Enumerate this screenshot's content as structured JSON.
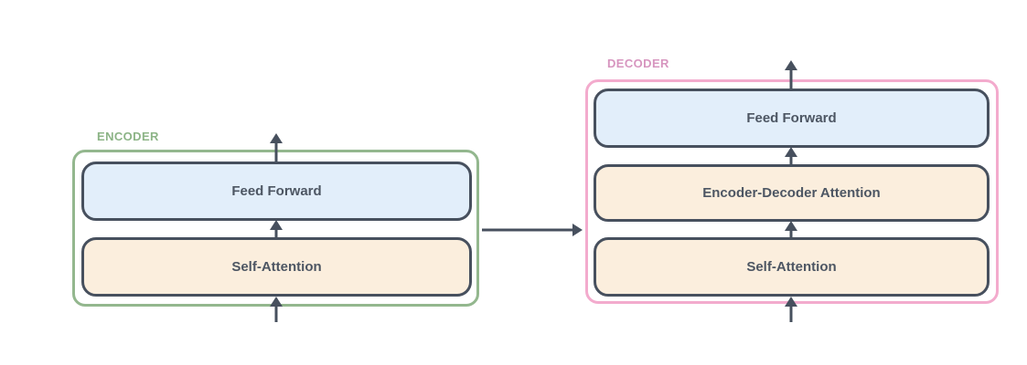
{
  "palette": {
    "green_label": "#8cb486",
    "green_border": "#93b78e",
    "pink_label": "#d795bf",
    "pink_border": "#f3abcd",
    "slate": "#47505e",
    "text": "#4d5663",
    "blue_fill": "#e2eefa",
    "peach_fill": "#fbeedd"
  },
  "icons": {
    "arrow_up": "↑",
    "arrow_right": "→"
  },
  "diagram": {
    "encoder": {
      "label": "ENCODER",
      "blocks": [
        {
          "label": "Feed Forward"
        },
        {
          "label": "Self-Attention"
        }
      ]
    },
    "decoder": {
      "label": "DECODER",
      "blocks": [
        {
          "label": "Feed Forward"
        },
        {
          "label": "Encoder-Decoder Attention"
        },
        {
          "label": "Self-Attention"
        }
      ]
    }
  }
}
